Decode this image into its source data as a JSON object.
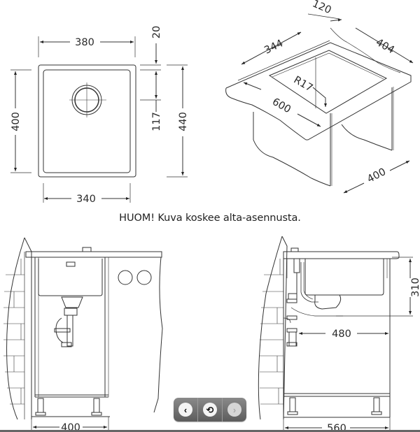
{
  "top_view": {
    "dims": {
      "outer_width": "380",
      "inner_width": "340",
      "inner_height": "400",
      "outer_height": "440",
      "rim_offset": "20",
      "drain_offset": "117"
    }
  },
  "iso_view": {
    "dims": {
      "d120": "120",
      "d344": "344",
      "d404": "404",
      "radius": "R17",
      "d600": "600",
      "d400": "400"
    }
  },
  "note": {
    "text": "HUOM! Kuva koskee alta-asennusta."
  },
  "front_view": {
    "dims": {
      "width": "400"
    }
  },
  "side_view": {
    "dims": {
      "depth": "310",
      "cabinet_inner": "480",
      "cabinet": "560"
    }
  },
  "nav": {
    "prev": {
      "icon": "chevron-left-icon",
      "glyph": "‹"
    },
    "rotate": {
      "icon": "rotate-icon",
      "glyph": "⟲"
    },
    "next": {
      "icon": "chevron-right-icon",
      "glyph": "›",
      "disabled": true
    }
  }
}
